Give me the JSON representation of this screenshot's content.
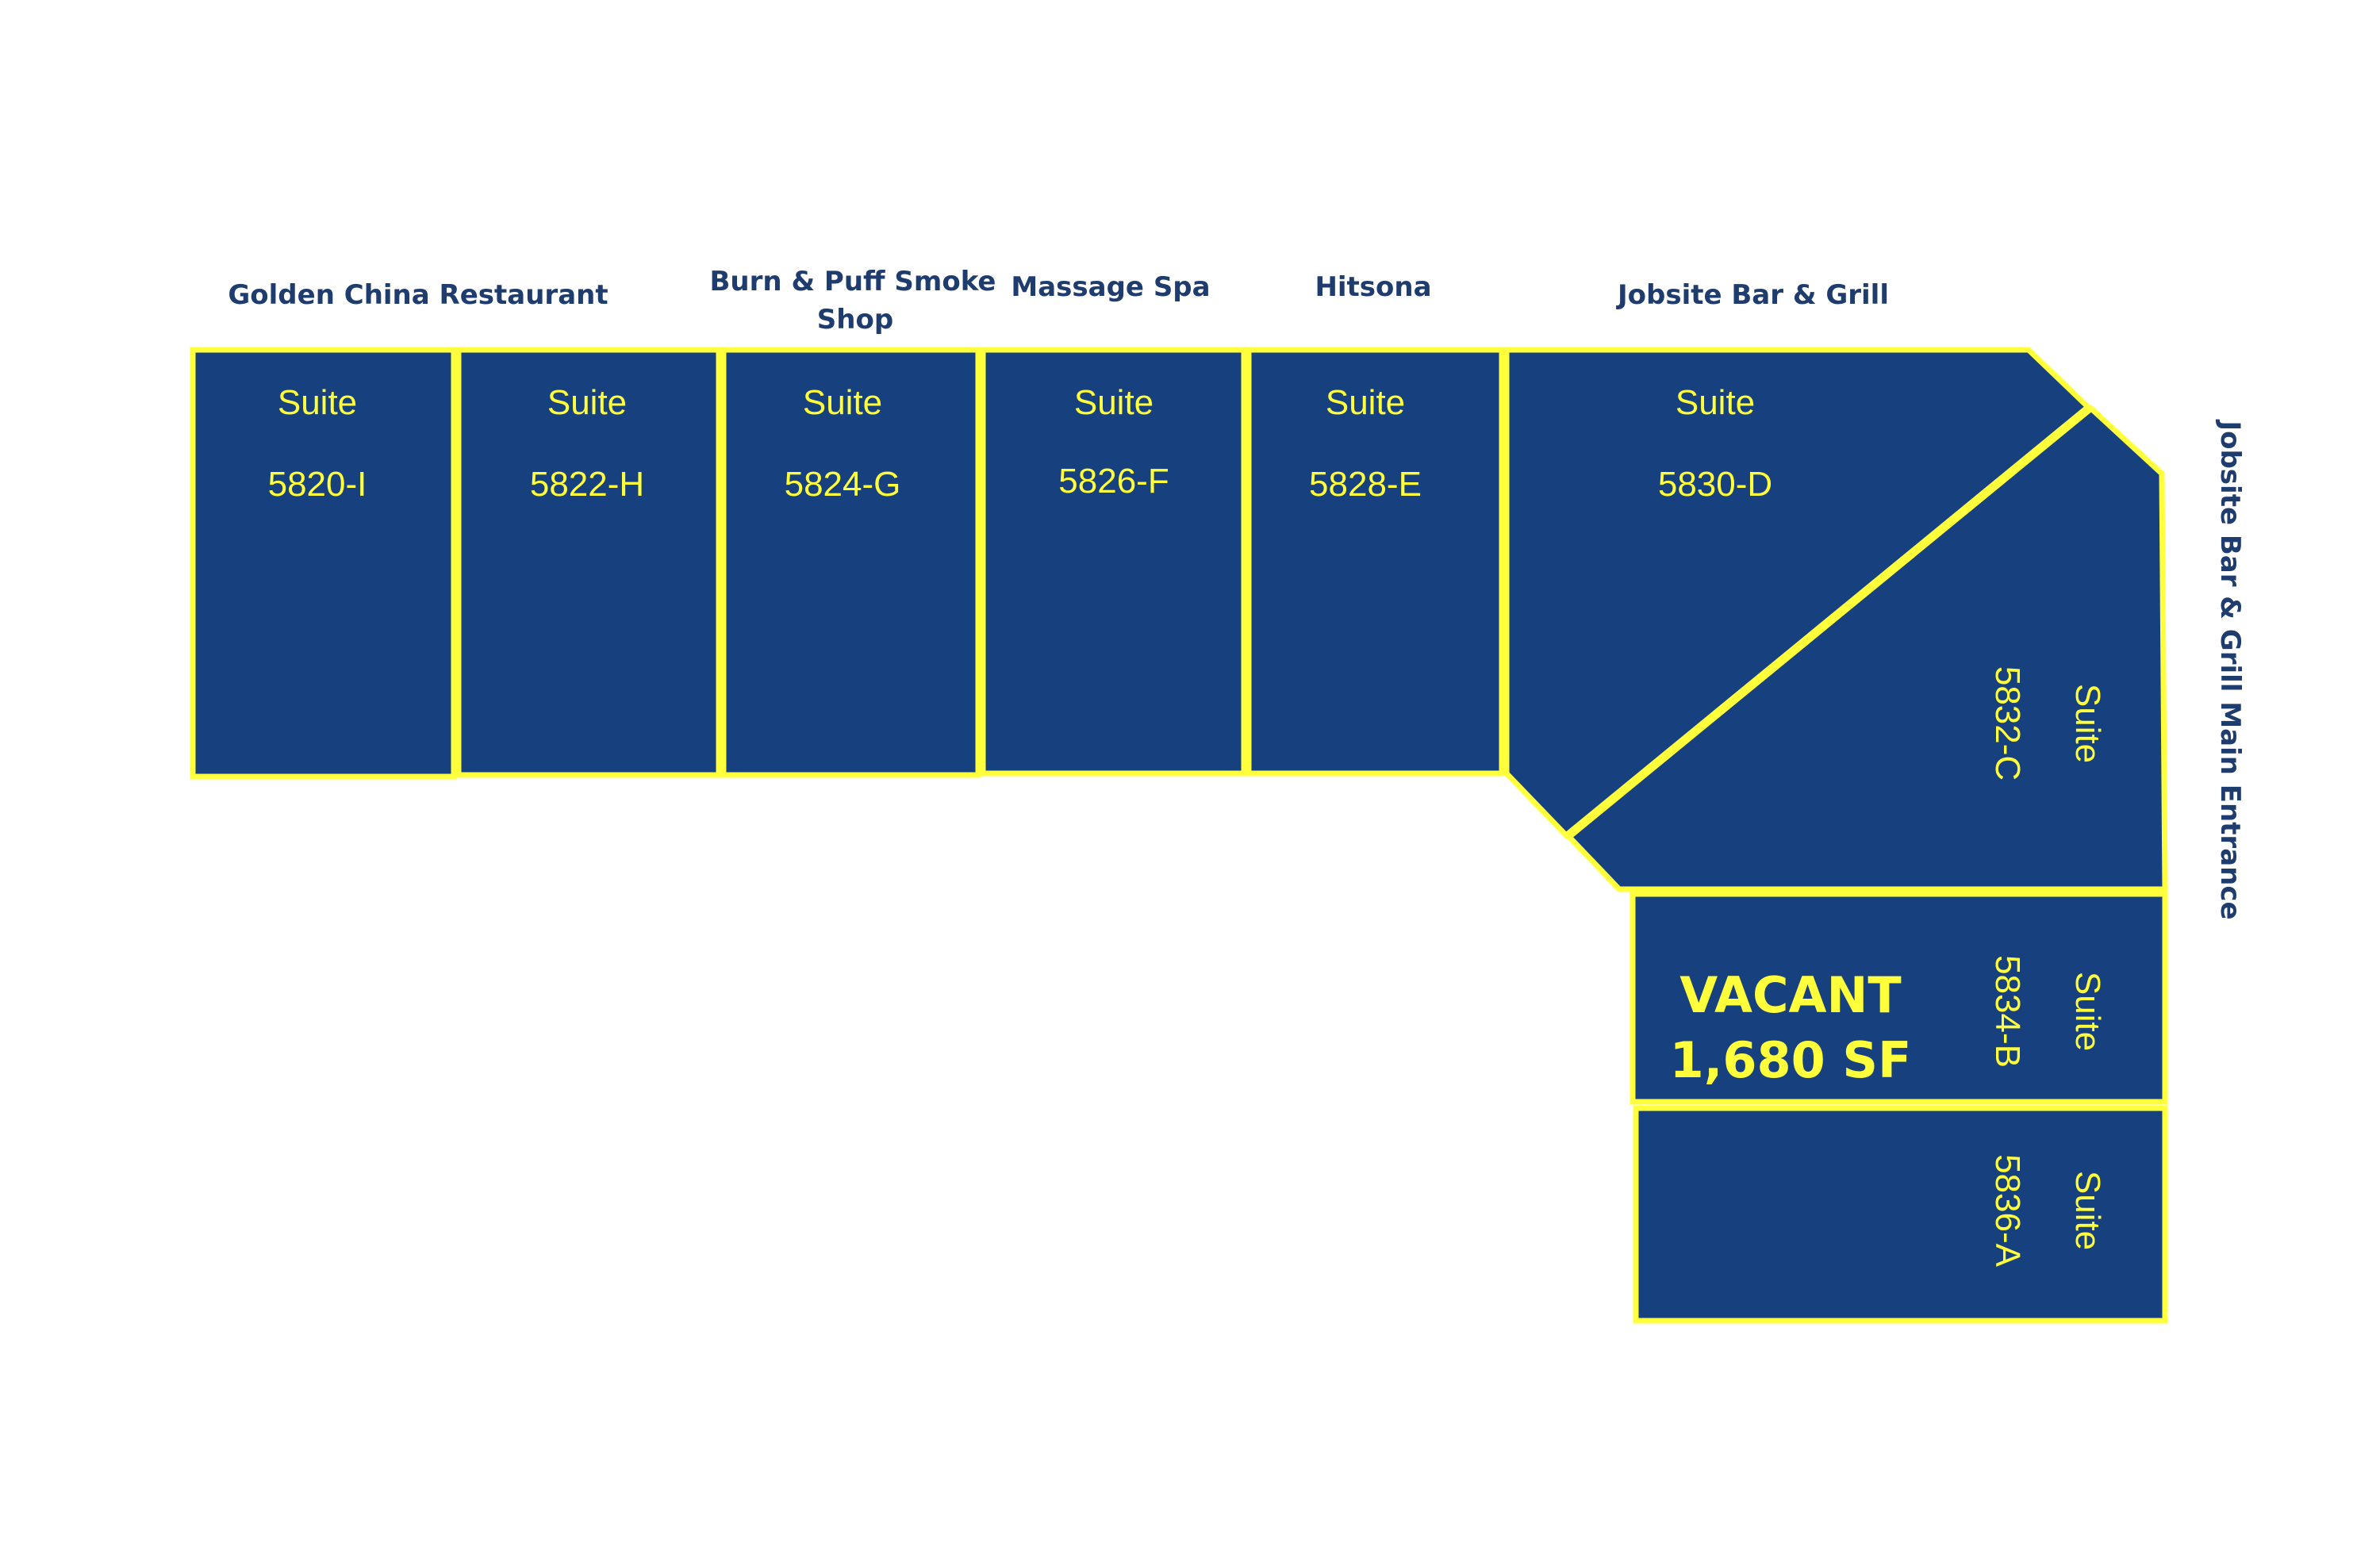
{
  "colors": {
    "suite_fill": "#17407f",
    "suite_outline": "#ffff3c",
    "suite_text": "#ffff3c",
    "tenant_label": "#1f3c6e",
    "background": "#ffffff"
  },
  "tenants": {
    "golden_china": "Golden China Restaurant",
    "burn_puff_line1": "Burn & Puff Smoke",
    "burn_puff_line2": "Shop",
    "massage_spa": "Massage Spa",
    "hitsona": "Hitsona",
    "jobsite_top": "Jobsite Bar & Grill",
    "jobsite_entrance": "Jobsite Bar & Grill Main Entrance"
  },
  "suites": {
    "suite_word": "Suite",
    "s5820": "5820-I",
    "s5822": "5822-H",
    "s5824": "5824-G",
    "s5826": "5826-F",
    "s5828": "5828-E",
    "s5830": "5830-D",
    "s5832": "5832-C",
    "s5834": "5834-B",
    "s5836": "5836-A"
  },
  "vacancy": {
    "status": "VACANT",
    "area": "1,680 SF"
  }
}
